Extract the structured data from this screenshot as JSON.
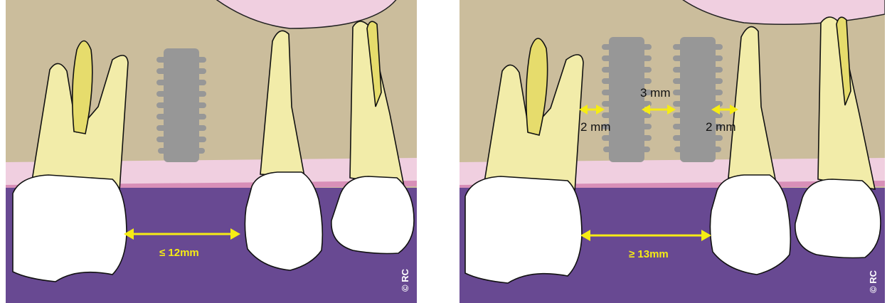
{
  "left_panel": {
    "gap_label": "≤ 12mm",
    "copyright": "© RC"
  },
  "right_panel": {
    "gap_label": "≥ 13mm",
    "between_implants_label": "3 mm",
    "tooth_implant_left_label": "2 mm",
    "tooth_implant_right_label": "2 mm",
    "copyright": "© RC"
  },
  "colors": {
    "bone": "#cbbd9c",
    "gingiva": "#f0cfe0",
    "gingiva_margin": "#d88fb8",
    "soft_tissue": "#684992",
    "root": "#f2eca9",
    "enamel": "#ffffff",
    "implant": "#979797",
    "measure": "#f6ec14"
  },
  "icons": [
    "double-arrow-icon"
  ]
}
